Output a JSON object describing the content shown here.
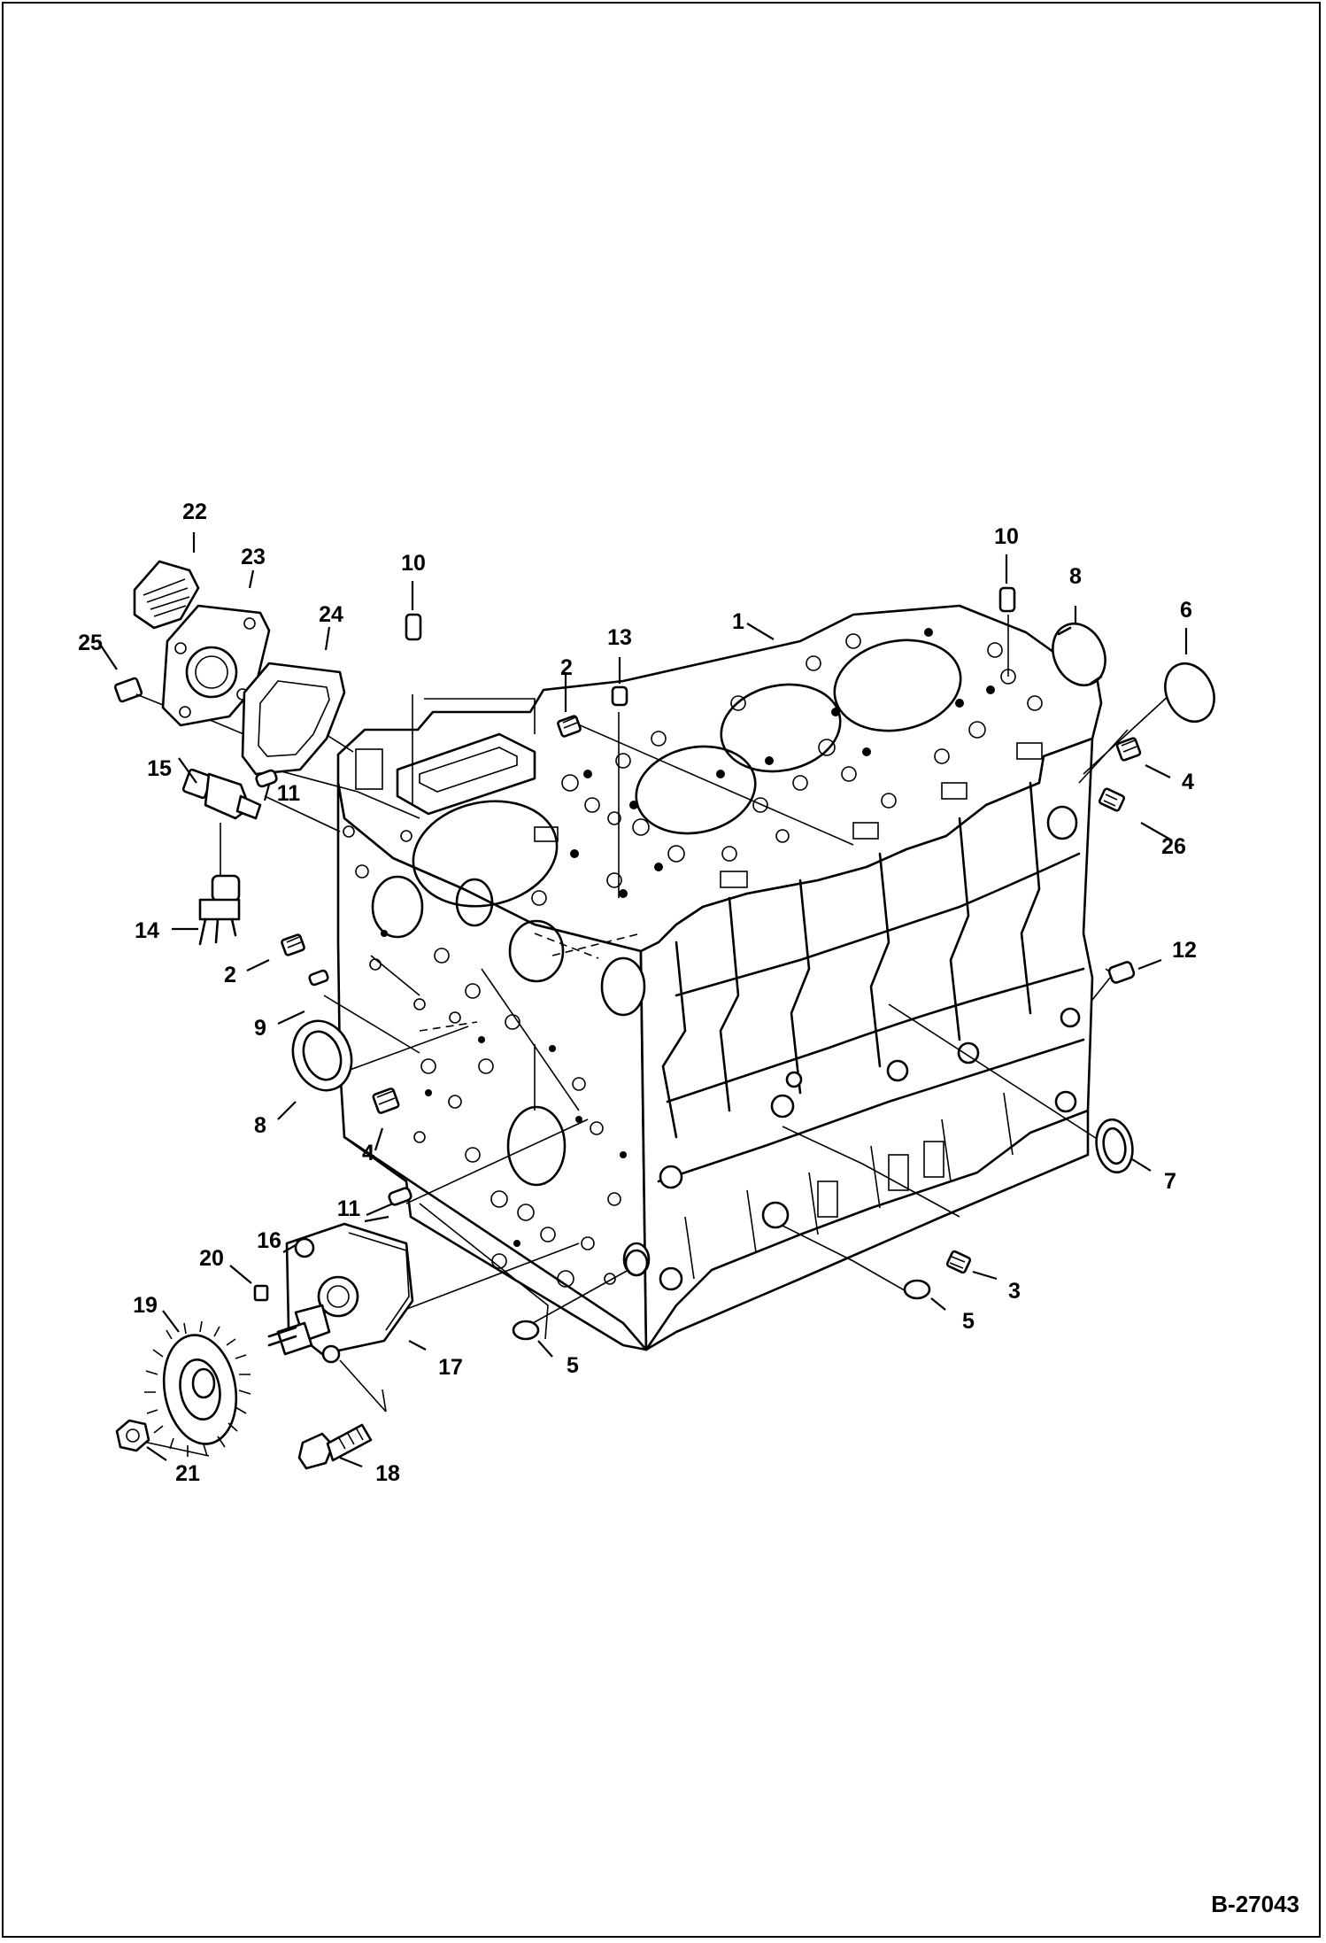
{
  "diagram": {
    "reference_code": "B-27043",
    "callouts": [
      "1",
      "2",
      "2",
      "3",
      "4",
      "4",
      "5",
      "5",
      "6",
      "7",
      "8",
      "8",
      "9",
      "10",
      "10",
      "11",
      "11",
      "12",
      "13",
      "14",
      "15",
      "16",
      "17",
      "18",
      "19",
      "20",
      "21",
      "22",
      "23",
      "24",
      "25",
      "26"
    ]
  },
  "colors": {
    "line": "#000000",
    "background": "#ffffff"
  }
}
